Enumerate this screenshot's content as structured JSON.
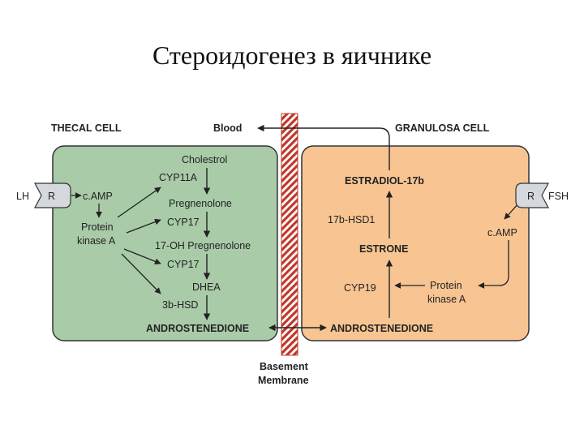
{
  "title": "Стероидогенез в яичнике",
  "colors": {
    "thecal_fill": "#a9cba8",
    "granulosa_fill": "#f8c592",
    "membrane_red": "#c0392b",
    "receptor_fill": "#d5d8dc"
  },
  "thecal": {
    "header": "THECAL CELL",
    "receptor_ligand": "LH",
    "receptor": "R",
    "camp": "c.AMP",
    "pka_line1": "Protein",
    "pka_line2": "kinase A",
    "cholestrol": "Cholestrol",
    "cyp11a": "CYP11A",
    "pregnenolone": "Pregnenolone",
    "cyp17_a": "CYP17",
    "oh_pregnenolone": "17-OH Pregnenolone",
    "cyp17_b": "CYP17",
    "dhea": "DHEA",
    "hsd3b": "3b-HSD",
    "androstenedione": "ANDROSTENEDIONE"
  },
  "blood": "Blood",
  "membrane_line1": "Basement",
  "membrane_line2": "Membrane",
  "granulosa": {
    "header": "GRANULOSA CELL",
    "estradiol": "ESTRADIOL-17b",
    "hsd17b": "17b-HSD1",
    "estrone": "ESTRONE",
    "cyp19": "CYP19",
    "androstenedione": "ANDROSTENEDIONE",
    "pka_line1": "Protein",
    "pka_line2": "kinase A",
    "camp": "c.AMP",
    "receptor": "R",
    "receptor_ligand": "FSH"
  }
}
